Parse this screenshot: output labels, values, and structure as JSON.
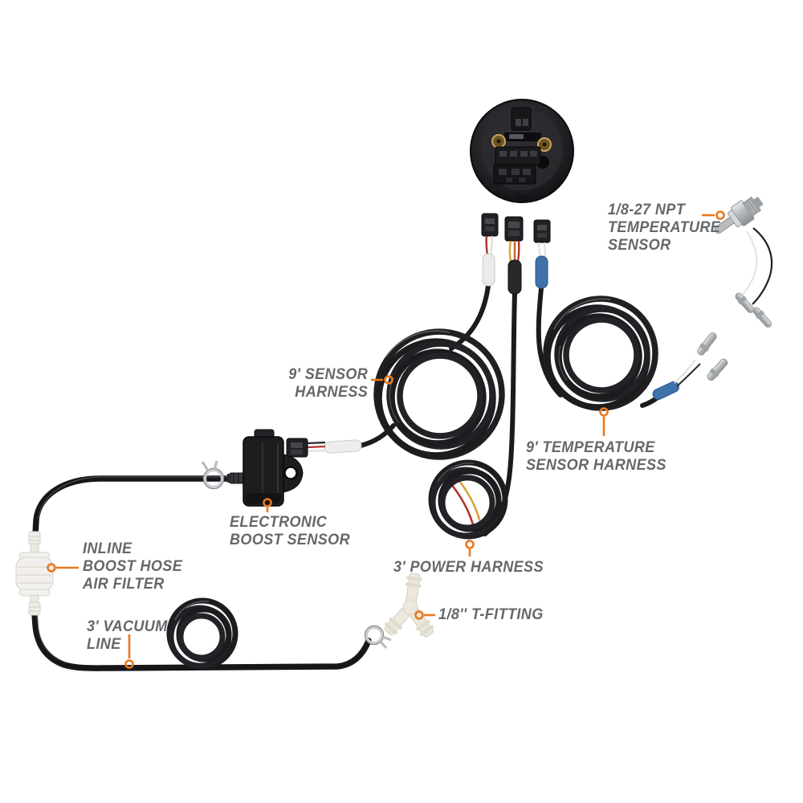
{
  "diagram": {
    "kind": "product-parts-diagram",
    "colors": {
      "accent_orange": "#e8791f",
      "label_gray": "#65686b",
      "cable_black": "#1b1b1e",
      "sleeve_blue": "#3f72aa",
      "sleeve_white": "#ebebe9",
      "wire_red": "#b3342c",
      "wire_yellow": "#d9a23a",
      "fitting_cream": "#ece9dc",
      "metal_silver": "#c6c9cb"
    },
    "labels": {
      "temperature_sensor": {
        "lines": [
          "1/8-27 NPT",
          "TEMPERATURE",
          "SENSOR"
        ]
      },
      "sensor_harness": {
        "lines": [
          "9' SENSOR",
          "HARNESS"
        ]
      },
      "temperature_sensor_harness": {
        "lines": [
          "9' TEMPERATURE",
          "SENSOR HARNESS"
        ]
      },
      "electronic_boost_sensor": {
        "lines": [
          "ELECTRONIC",
          "BOOST SENSOR"
        ]
      },
      "power_harness": {
        "lines": [
          "3' POWER HARNESS"
        ]
      },
      "inline_air_filter": {
        "lines": [
          "INLINE",
          "BOOST HOSE",
          "AIR FILTER"
        ]
      },
      "vacuum_line": {
        "lines": [
          "3' VACUUM",
          "LINE"
        ]
      },
      "t_fitting": {
        "lines": [
          "1/8'' T-FITTING"
        ]
      }
    }
  }
}
